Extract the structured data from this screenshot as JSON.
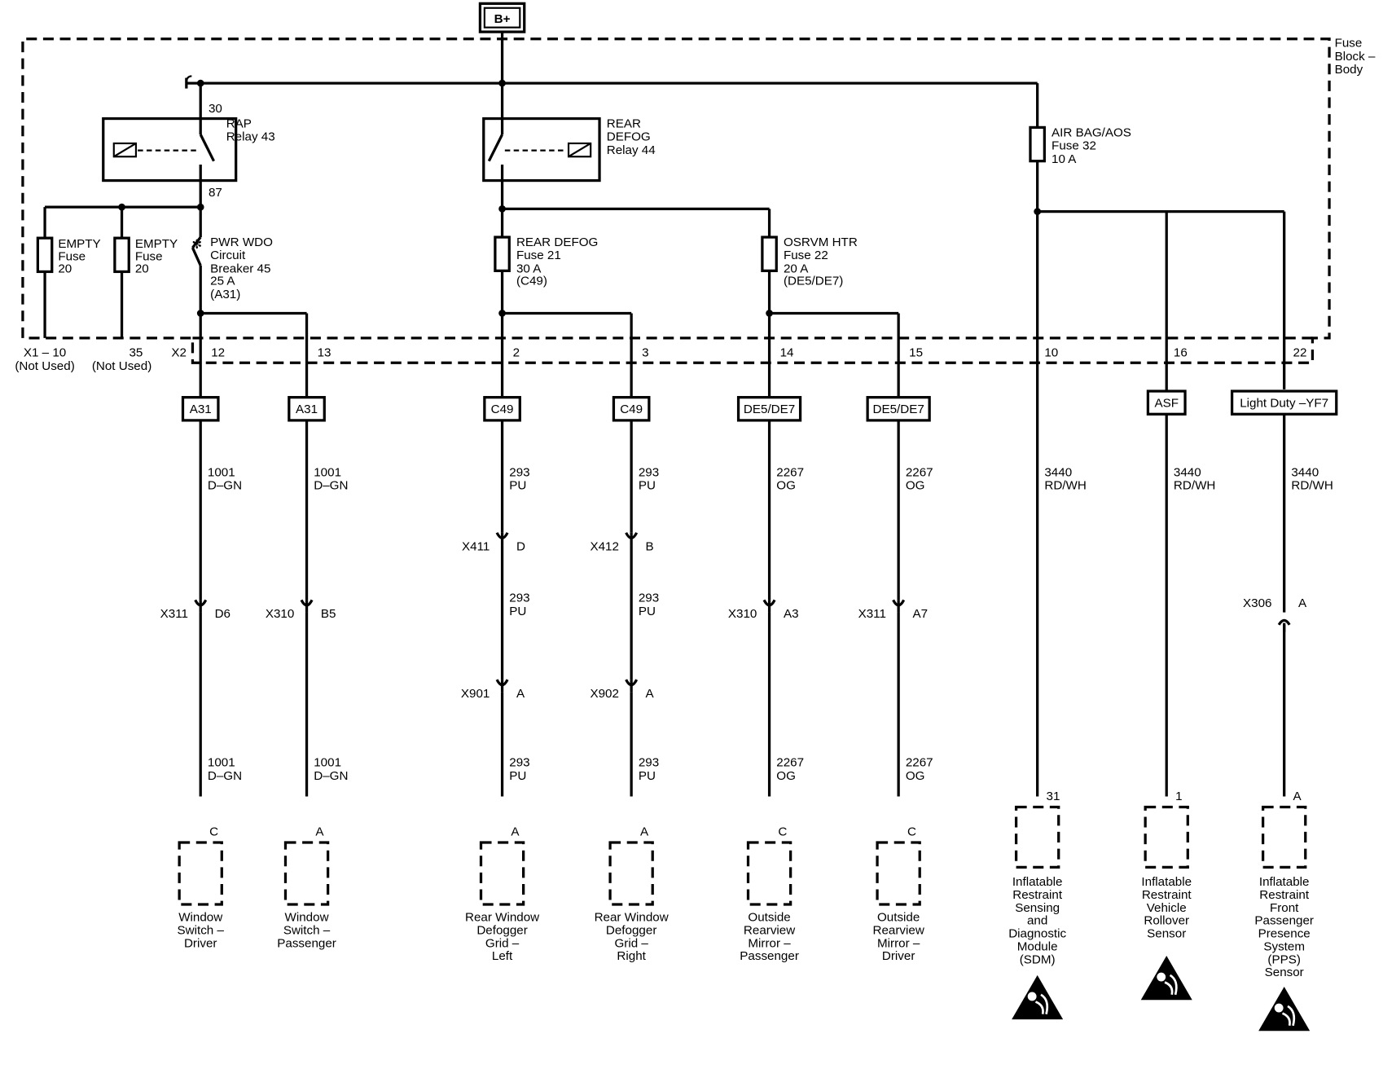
{
  "power_source": "B+",
  "fuse_block_label": [
    "Fuse",
    "Block –",
    "Body"
  ],
  "relays": {
    "rap": {
      "lines": [
        "RAP",
        "Relay 43"
      ],
      "pin_in": "30",
      "pin_out": "87"
    },
    "rear_defog": {
      "lines": [
        "REAR",
        "DEFOG",
        "Relay 44"
      ]
    }
  },
  "fuses": {
    "empty_x1": [
      "EMPTY",
      "Fuse",
      "20"
    ],
    "empty_35": [
      "EMPTY",
      "Fuse",
      "20"
    ],
    "pwr_wdo": [
      "PWR WDO",
      "Circuit",
      "Breaker 45",
      "25 A",
      "(A31)"
    ],
    "rear_defog": [
      "REAR DEFOG",
      "Fuse 21",
      "30 A",
      "(C49)"
    ],
    "osrvm_htr": [
      "OSRVM HTR",
      "Fuse 22",
      "20 A",
      "(DE5/DE7)"
    ],
    "airbag": [
      "AIR BAG/AOS",
      "Fuse 32",
      "10 A"
    ]
  },
  "connector_x1": {
    "pin": "X1 – 10",
    "note": "(Not Used)"
  },
  "connector_35": {
    "pin": "35",
    "note": "(Not Used)"
  },
  "connector_x2": "X2",
  "circuits": [
    {
      "pin": "12",
      "option": "A31",
      "w1": [
        "1001",
        "D–GN"
      ],
      "c1": {
        "conn": "X311",
        "pin": "D6"
      },
      "w3": [
        "1001",
        "D–GN"
      ],
      "term": "C",
      "component": [
        "Window",
        "Switch –",
        "Driver"
      ]
    },
    {
      "pin": "13",
      "option": "A31",
      "w1": [
        "1001",
        "D–GN"
      ],
      "c1": {
        "conn": "X310",
        "pin": "B5"
      },
      "w3": [
        "1001",
        "D–GN"
      ],
      "term": "A",
      "component": [
        "Window",
        "Switch –",
        "Passenger"
      ]
    },
    {
      "pin": "2",
      "option": "C49",
      "w1": [
        "293",
        "PU"
      ],
      "c0": {
        "conn": "X411",
        "pin": "D"
      },
      "w2": [
        "293",
        "PU"
      ],
      "c1": {
        "conn": "X901",
        "pin": "A"
      },
      "w3": [
        "293",
        "PU"
      ],
      "term": "A",
      "component": [
        "Rear Window",
        "Defogger",
        "Grid –",
        "Left"
      ]
    },
    {
      "pin": "3",
      "option": "C49",
      "w1": [
        "293",
        "PU"
      ],
      "c0": {
        "conn": "X412",
        "pin": "B"
      },
      "w2": [
        "293",
        "PU"
      ],
      "c1": {
        "conn": "X902",
        "pin": "A"
      },
      "w3": [
        "293",
        "PU"
      ],
      "term": "A",
      "component": [
        "Rear Window",
        "Defogger",
        "Grid –",
        "Right"
      ]
    },
    {
      "pin": "14",
      "option": "DE5/DE7",
      "w1": [
        "2267",
        "OG"
      ],
      "c1": {
        "conn": "X310",
        "pin": "A3"
      },
      "w3": [
        "2267",
        "OG"
      ],
      "term": "C",
      "component": [
        "Outside",
        "Rearview",
        "Mirror –",
        "Passenger"
      ]
    },
    {
      "pin": "15",
      "option": "DE5/DE7",
      "w1": [
        "2267",
        "OG"
      ],
      "c1": {
        "conn": "X311",
        "pin": "A7"
      },
      "w3": [
        "2267",
        "OG"
      ],
      "term": "C",
      "component": [
        "Outside",
        "Rearview",
        "Mirror –",
        "Driver"
      ]
    },
    {
      "pin": "10",
      "w1": [
        "3440",
        "RD/WH"
      ],
      "term": "31",
      "component": [
        "Inflatable",
        "Restraint",
        "Sensing",
        "and",
        "Diagnostic",
        "Module",
        "(SDM)"
      ]
    },
    {
      "pin": "16",
      "option": "ASF",
      "w1": [
        "3440",
        "RD/WH"
      ],
      "term": "1",
      "component": [
        "Inflatable",
        "Restraint",
        "Vehicle",
        "Rollover",
        "Sensor"
      ]
    },
    {
      "pin": "22",
      "option": "Light Duty –YF7",
      "w1": [
        "3440",
        "RD/WH"
      ],
      "c1": {
        "conn": "X306",
        "pin": "A"
      },
      "term": "A",
      "component": [
        "Inflatable",
        "Restraint",
        "Front",
        "Passenger",
        "Presence",
        "System",
        "(PPS)",
        "Sensor"
      ]
    }
  ],
  "icons": [
    "airbag-warning-icon",
    "airbag-warning-icon",
    "airbag-warning-icon"
  ]
}
